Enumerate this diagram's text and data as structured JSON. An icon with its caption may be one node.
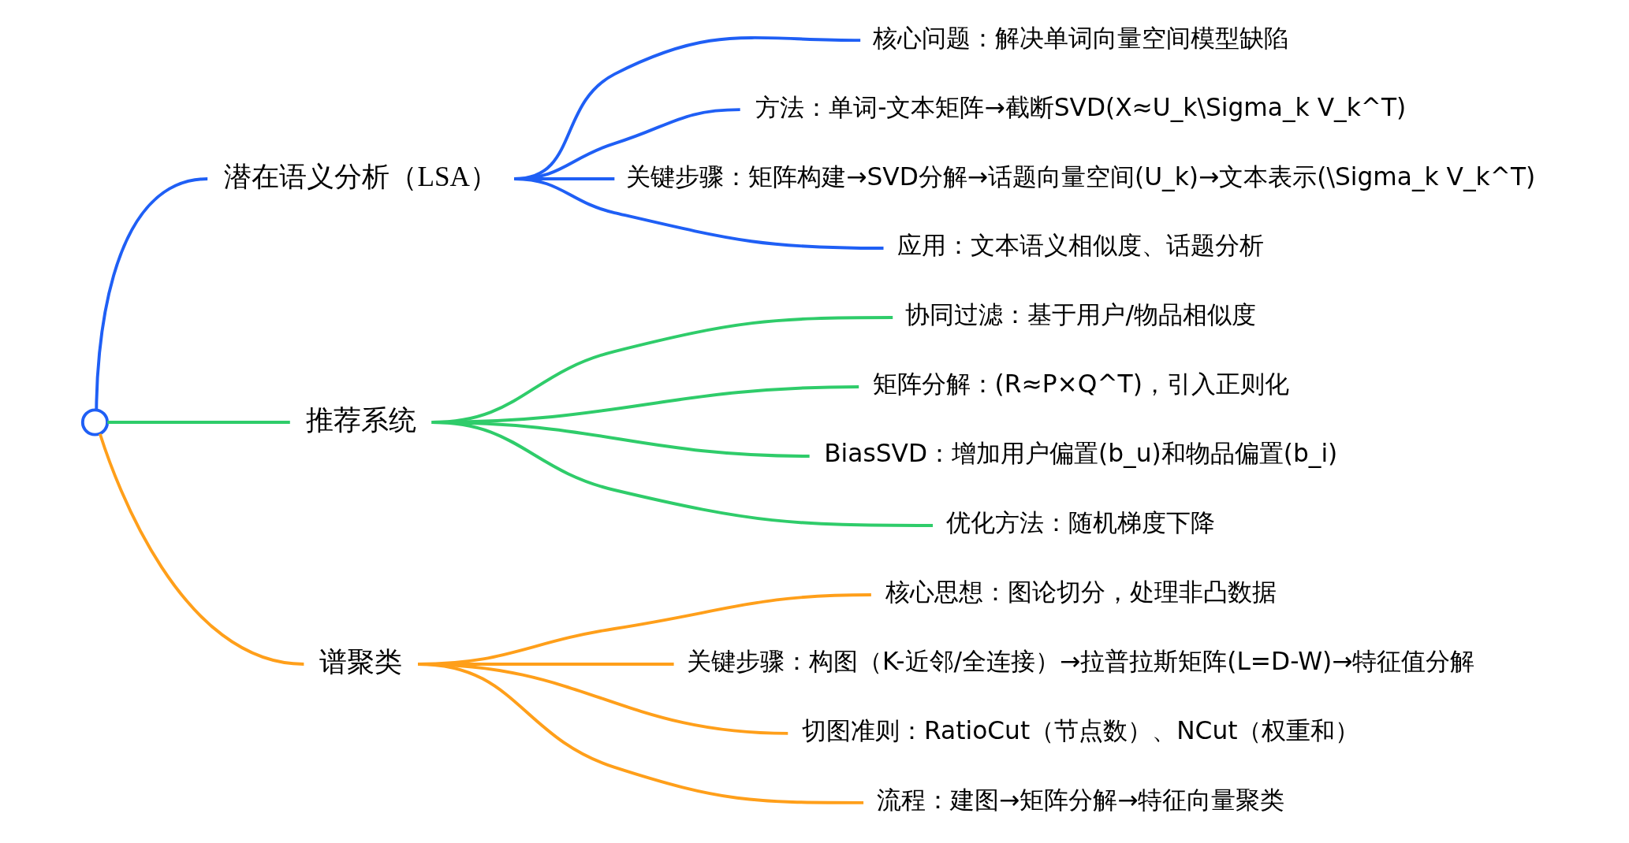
{
  "diagram": {
    "nodes": [
      {
        "text": [],
        "shape": "circle"
      },
      {
        "text": [
          "潜在语义分析（LSA）"
        ]
      },
      {
        "text": [
          "核心问题：解决单词向量空间模型缺陷"
        ]
      },
      {
        "text": [
          "方法：单词-文本矩阵→截断SVD(X≈U_k\\Sigma_k V_k^T)"
        ]
      },
      {
        "text": [
          "关键步骤：矩阵构建→SVD分解→话题向量空间(U_k)→文本表示(\\Sigma_k V_k^T)"
        ]
      },
      {
        "text": [
          "应用：文本语义相似度、话题分析"
        ]
      },
      {
        "text": [
          "推荐系统"
        ]
      },
      {
        "text": [
          "协同过滤：基于用户/物品相似度"
        ]
      },
      {
        "text": [
          "矩阵分解：(R≈P×Q^T)，引入正则化"
        ]
      },
      {
        "text": [
          "BiasSVD：增加用户偏置(b_u)和物品偏置(b_i)"
        ]
      },
      {
        "text": [
          "优化方法：随机梯度下降"
        ]
      },
      {
        "text": [
          "谱聚类"
        ]
      },
      {
        "text": [
          "核心思想：图论切分，处理非凸数据"
        ]
      },
      {
        "text": [
          "关键步骤：构图（K-近邻/全连接）→拉普拉斯矩阵(L=D-W)→特征值分解"
        ]
      },
      {
        "text": [
          "切图准则：RatioCut（节点数）、NCut（权重和）"
        ]
      },
      {
        "text": [
          "流程：建图→矩阵分解→特征向量聚类"
        ]
      }
    ],
    "edges": [
      {
        "from": 0,
        "to": 1,
        "arrow": "none",
        "color": "#1f5ff5"
      },
      {
        "from": 1,
        "to": 2,
        "arrow": "none",
        "color": "#1f5ff5"
      },
      {
        "from": 1,
        "to": 3,
        "arrow": "none",
        "color": "#1f5ff5"
      },
      {
        "from": 1,
        "to": 4,
        "arrow": "none",
        "color": "#1f5ff5"
      },
      {
        "from": 1,
        "to": 5,
        "arrow": "none",
        "color": "#1f5ff5"
      },
      {
        "from": 0,
        "to": 6,
        "arrow": "none",
        "color": "#2fcc6a"
      },
      {
        "from": 6,
        "to": 7,
        "arrow": "none",
        "color": "#2fcc6a"
      },
      {
        "from": 6,
        "to": 8,
        "arrow": "none",
        "color": "#2fcc6a"
      },
      {
        "from": 6,
        "to": 9,
        "arrow": "none",
        "color": "#2fcc6a"
      },
      {
        "from": 6,
        "to": 10,
        "arrow": "none",
        "color": "#2fcc6a"
      },
      {
        "from": 0,
        "to": 11,
        "arrow": "none",
        "color": "#ff9f1a"
      },
      {
        "from": 11,
        "to": 12,
        "arrow": "none",
        "color": "#ff9f1a"
      },
      {
        "from": 11,
        "to": 13,
        "arrow": "none",
        "color": "#ff9f1a"
      },
      {
        "from": 11,
        "to": 14,
        "arrow": "none",
        "color": "#ff9f1a"
      },
      {
        "from": 11,
        "to": 15,
        "arrow": "none",
        "color": "#ff9f1a"
      }
    ]
  }
}
